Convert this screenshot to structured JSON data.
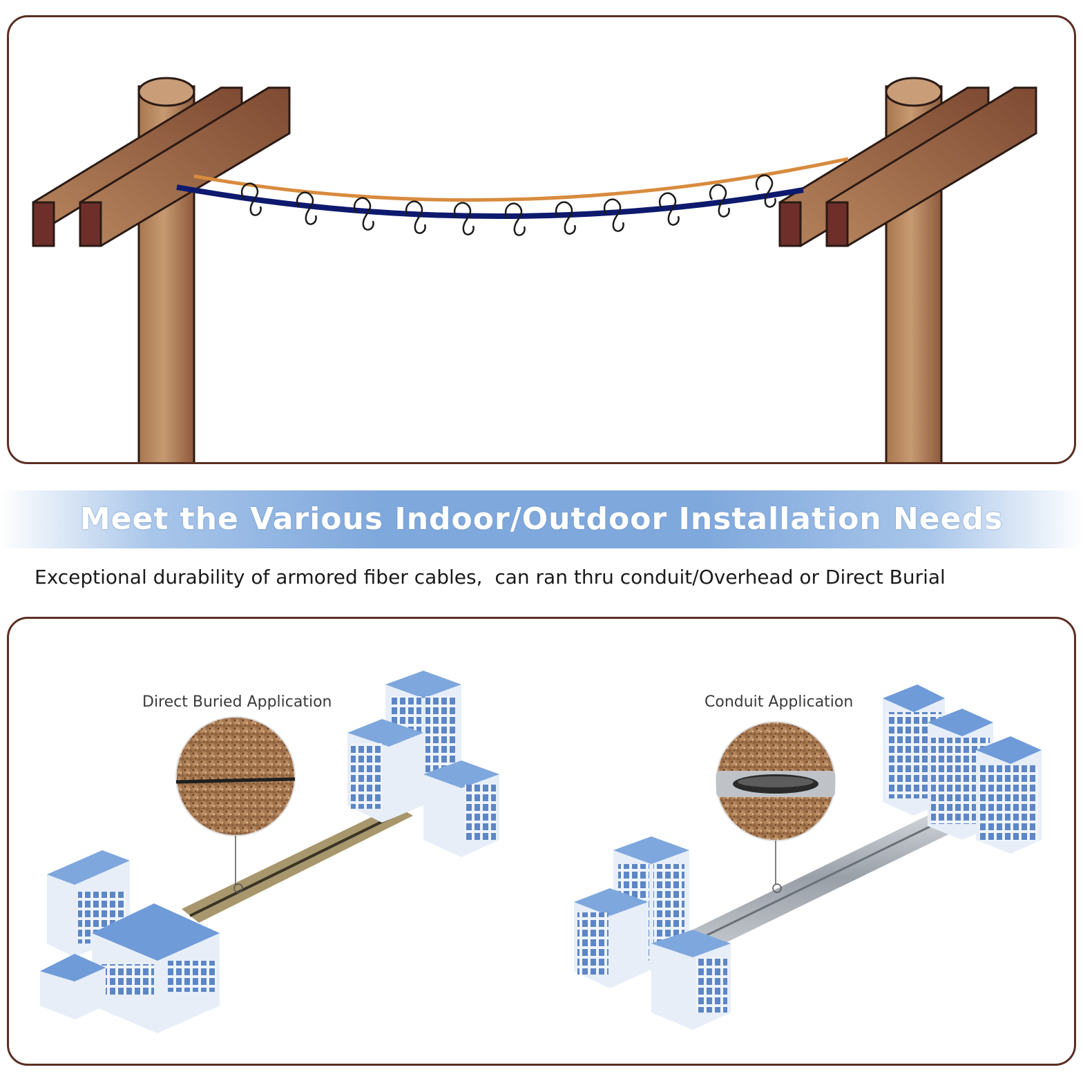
{
  "banner": {
    "title": "Meet the Various Indoor/Outdoor Installation Needs"
  },
  "subtitle": "Exceptional durability of armored fiber cables,  can ran thru conduit/Overhead or Direct Burial",
  "applications": {
    "direct_buried": {
      "label": "Direct Buried Application"
    },
    "conduit": {
      "label": "Conduit Application"
    }
  },
  "colors": {
    "border": "#5a2e22",
    "pole_light": "#c79a72",
    "pole_dark": "#7a4230",
    "messenger_wire": "#d88b3e",
    "fiber_cable": "#0e1a6e",
    "banner_blue": "#7fa8dc",
    "building_blue": "#6f9bd8"
  }
}
